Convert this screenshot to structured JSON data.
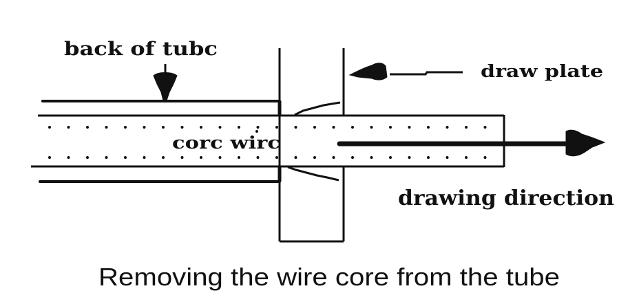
{
  "diagram": {
    "labels": {
      "back_of_tube": "back of tubc",
      "draw_plate": "draw plate",
      "core_wire": "corc wirc",
      "drawing_direction": "drawing direction"
    },
    "caption": "Removing the wire core from the tube",
    "colors": {
      "ink": "#111111",
      "background": "#ffffff"
    },
    "components": [
      {
        "id": "tube",
        "description": "hollow tube surrounding the core wire"
      },
      {
        "id": "core-wire",
        "description": "dotted core wire passing through the tube and draw plate"
      },
      {
        "id": "draw-plate",
        "description": "plate with tapered hole the wire is pulled through"
      }
    ],
    "arrows": [
      {
        "id": "back-of-tube-pointer",
        "direction": "down",
        "points_to": "back of tube"
      },
      {
        "id": "draw-plate-pointer",
        "direction": "left",
        "points_to": "draw plate"
      },
      {
        "id": "drawing-direction-arrow",
        "direction": "right",
        "meaning": "drawing direction"
      }
    ]
  }
}
